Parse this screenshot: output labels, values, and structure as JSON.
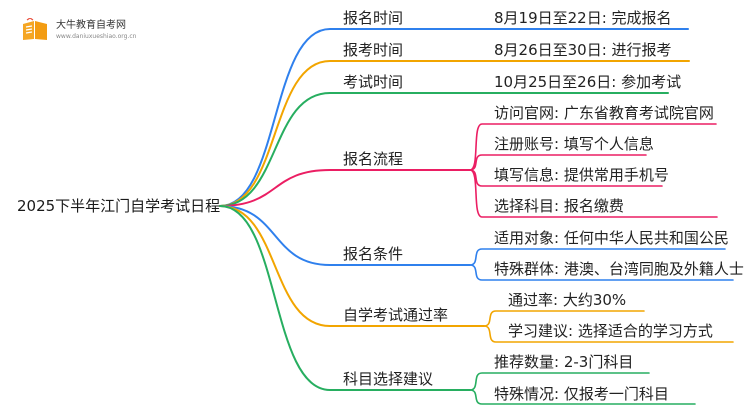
{
  "logo": {
    "name": "大牛教育自考网",
    "url": "www.daniuxueshiao.org.cn"
  },
  "root": {
    "label": "2025下半年江门自学考试日程"
  },
  "branches": [
    {
      "key": "b1",
      "label": "报名时间",
      "color": "#2f80ed",
      "children": [
        {
          "key": "b1c1",
          "label": "8月19日至22日: 完成报名"
        }
      ]
    },
    {
      "key": "b2",
      "label": "报考时间",
      "color": "#f2a500",
      "children": [
        {
          "key": "b2c1",
          "label": "8月26日至30日: 进行报考"
        }
      ]
    },
    {
      "key": "b3",
      "label": "考试时间",
      "color": "#27ae60",
      "children": [
        {
          "key": "b3c1",
          "label": "10月25日至26日: 参加考试"
        }
      ]
    },
    {
      "key": "b4",
      "label": "报名流程",
      "color": "#eb1e63",
      "children": [
        {
          "key": "b4c1",
          "label": "访问官网: 广东省教育考试院官网"
        },
        {
          "key": "b4c2",
          "label": "注册账号: 填写个人信息"
        },
        {
          "key": "b4c3",
          "label": "填写信息: 提供常用手机号"
        },
        {
          "key": "b4c4",
          "label": "选择科目: 报名缴费"
        }
      ]
    },
    {
      "key": "b5",
      "label": "报名条件",
      "color": "#2f80ed",
      "children": [
        {
          "key": "b5c1",
          "label": "适用对象: 任何中华人民共和国公民"
        },
        {
          "key": "b5c2",
          "label": "特殊群体: 港澳、台湾同胞及外籍人士"
        }
      ]
    },
    {
      "key": "b6",
      "label": "自学考试通过率",
      "color": "#f2a500",
      "children": [
        {
          "key": "b6c1",
          "label": "通过率: 大约30%"
        },
        {
          "key": "b6c2",
          "label": "学习建议: 选择适合的学习方式"
        }
      ]
    },
    {
      "key": "b7",
      "label": "科目选择建议",
      "color": "#27ae60",
      "children": [
        {
          "key": "b7c1",
          "label": "推荐数量: 2-3门科目"
        },
        {
          "key": "b7c2",
          "label": "特殊情况: 仅报考一门科目"
        }
      ]
    }
  ]
}
